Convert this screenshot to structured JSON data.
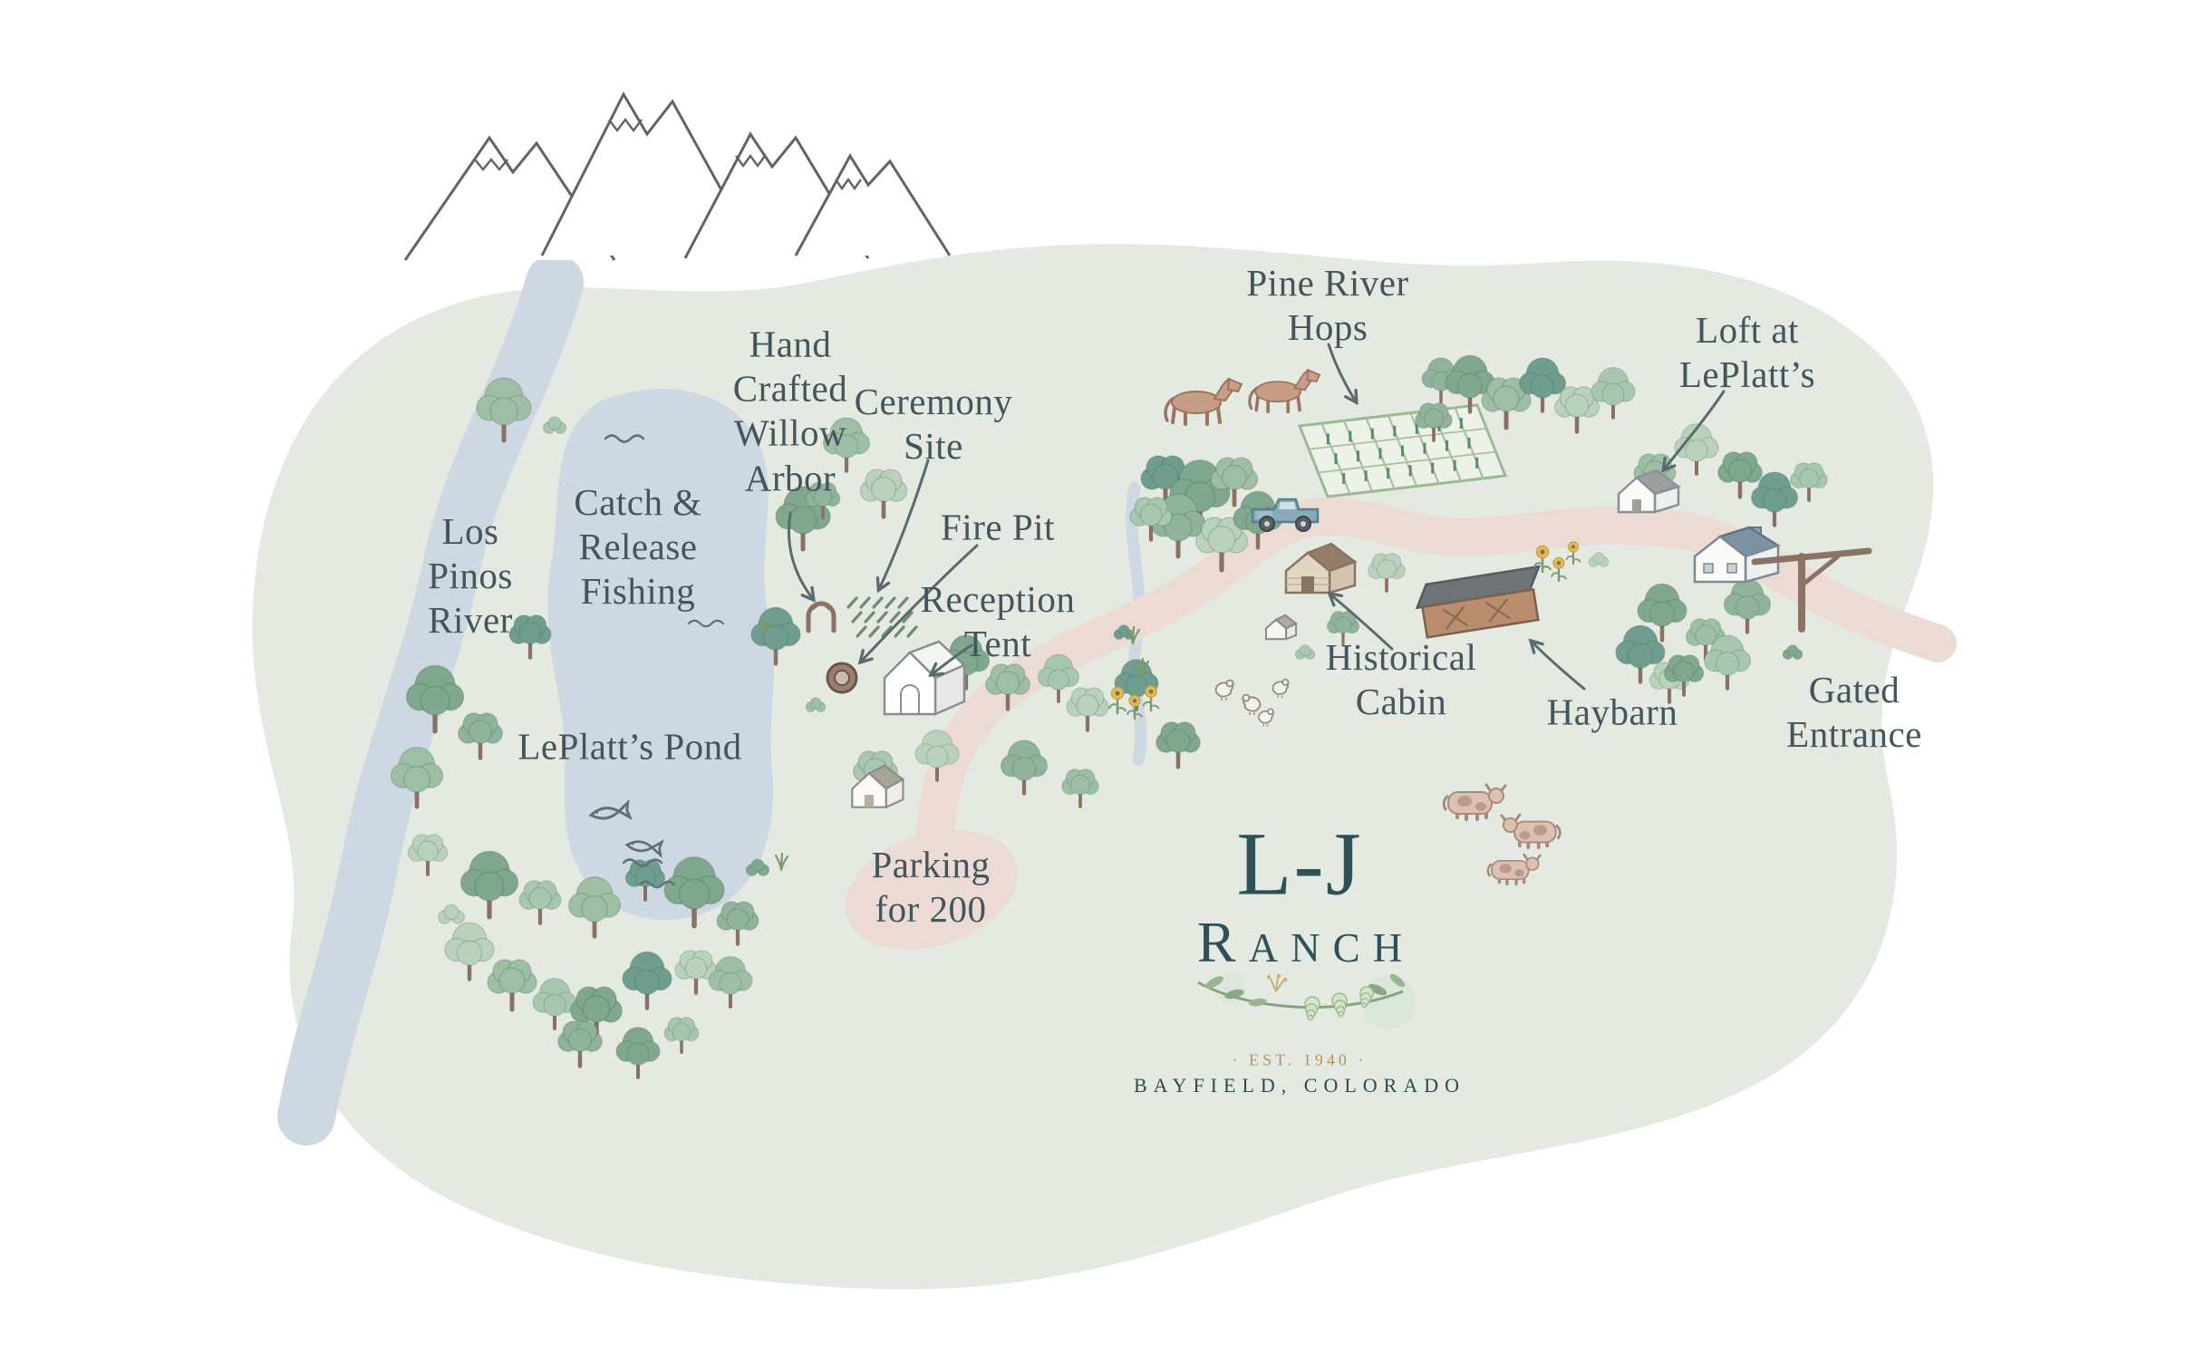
{
  "map": {
    "labels": {
      "los_pinos_river": "Los\nPinos\nRiver",
      "catch_release": "Catch &\nRelease\nFishing",
      "leplatts_pond": "LePlatt’s Pond",
      "willow_arbor": "Hand\nCrafted\nWillow\nArbor",
      "ceremony_site": "Ceremony\nSite",
      "fire_pit": "Fire Pit",
      "reception_tent": "Reception\nTent",
      "parking": "Parking\nfor 200",
      "pine_river_hops": "Pine River\nHops",
      "historical_cabin": "Historical\nCabin",
      "haybarn": "Haybarn",
      "loft": "Loft at\nLePlatt’s",
      "gated_entrance": "Gated\nEntrance"
    }
  },
  "logo": {
    "initials": "L-J",
    "name": "Ranch",
    "est": "· EST. 1940 ·",
    "location": "BAYFIELD, COLORADO"
  },
  "colors": {
    "land": "#e4eae1",
    "water": "#cdd8e2",
    "trail": "#ecdbd4",
    "label_text": "#44555b",
    "logo_teal": "#2e5158",
    "gold": "#b3925c"
  }
}
